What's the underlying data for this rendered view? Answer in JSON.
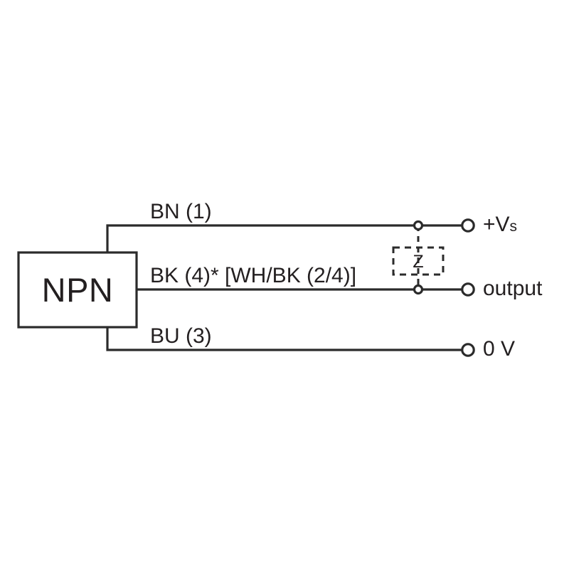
{
  "diagram": {
    "type": "wiring-diagram",
    "device": {
      "label": "NPN",
      "name": "sensor-block"
    },
    "wires": [
      {
        "id": "bn",
        "label": "BN (1)",
        "terminal": "+Vs"
      },
      {
        "id": "bk",
        "label": "BK (4)* [WH/BK (2/4)]",
        "terminal": "output"
      },
      {
        "id": "bu",
        "label": "BU (3)",
        "terminal": "0 V"
      }
    ],
    "terminals": [
      {
        "id": "vs",
        "prefix": "+V",
        "subscript": "s"
      },
      {
        "id": "output",
        "label": "output"
      },
      {
        "id": "zero_v",
        "label": "0 V"
      }
    ],
    "protection": {
      "label": "Z",
      "style": "dashed-optional"
    },
    "colors": {
      "line": "#2b2b2b",
      "text": "#231f20",
      "background": "#ffffff"
    }
  }
}
